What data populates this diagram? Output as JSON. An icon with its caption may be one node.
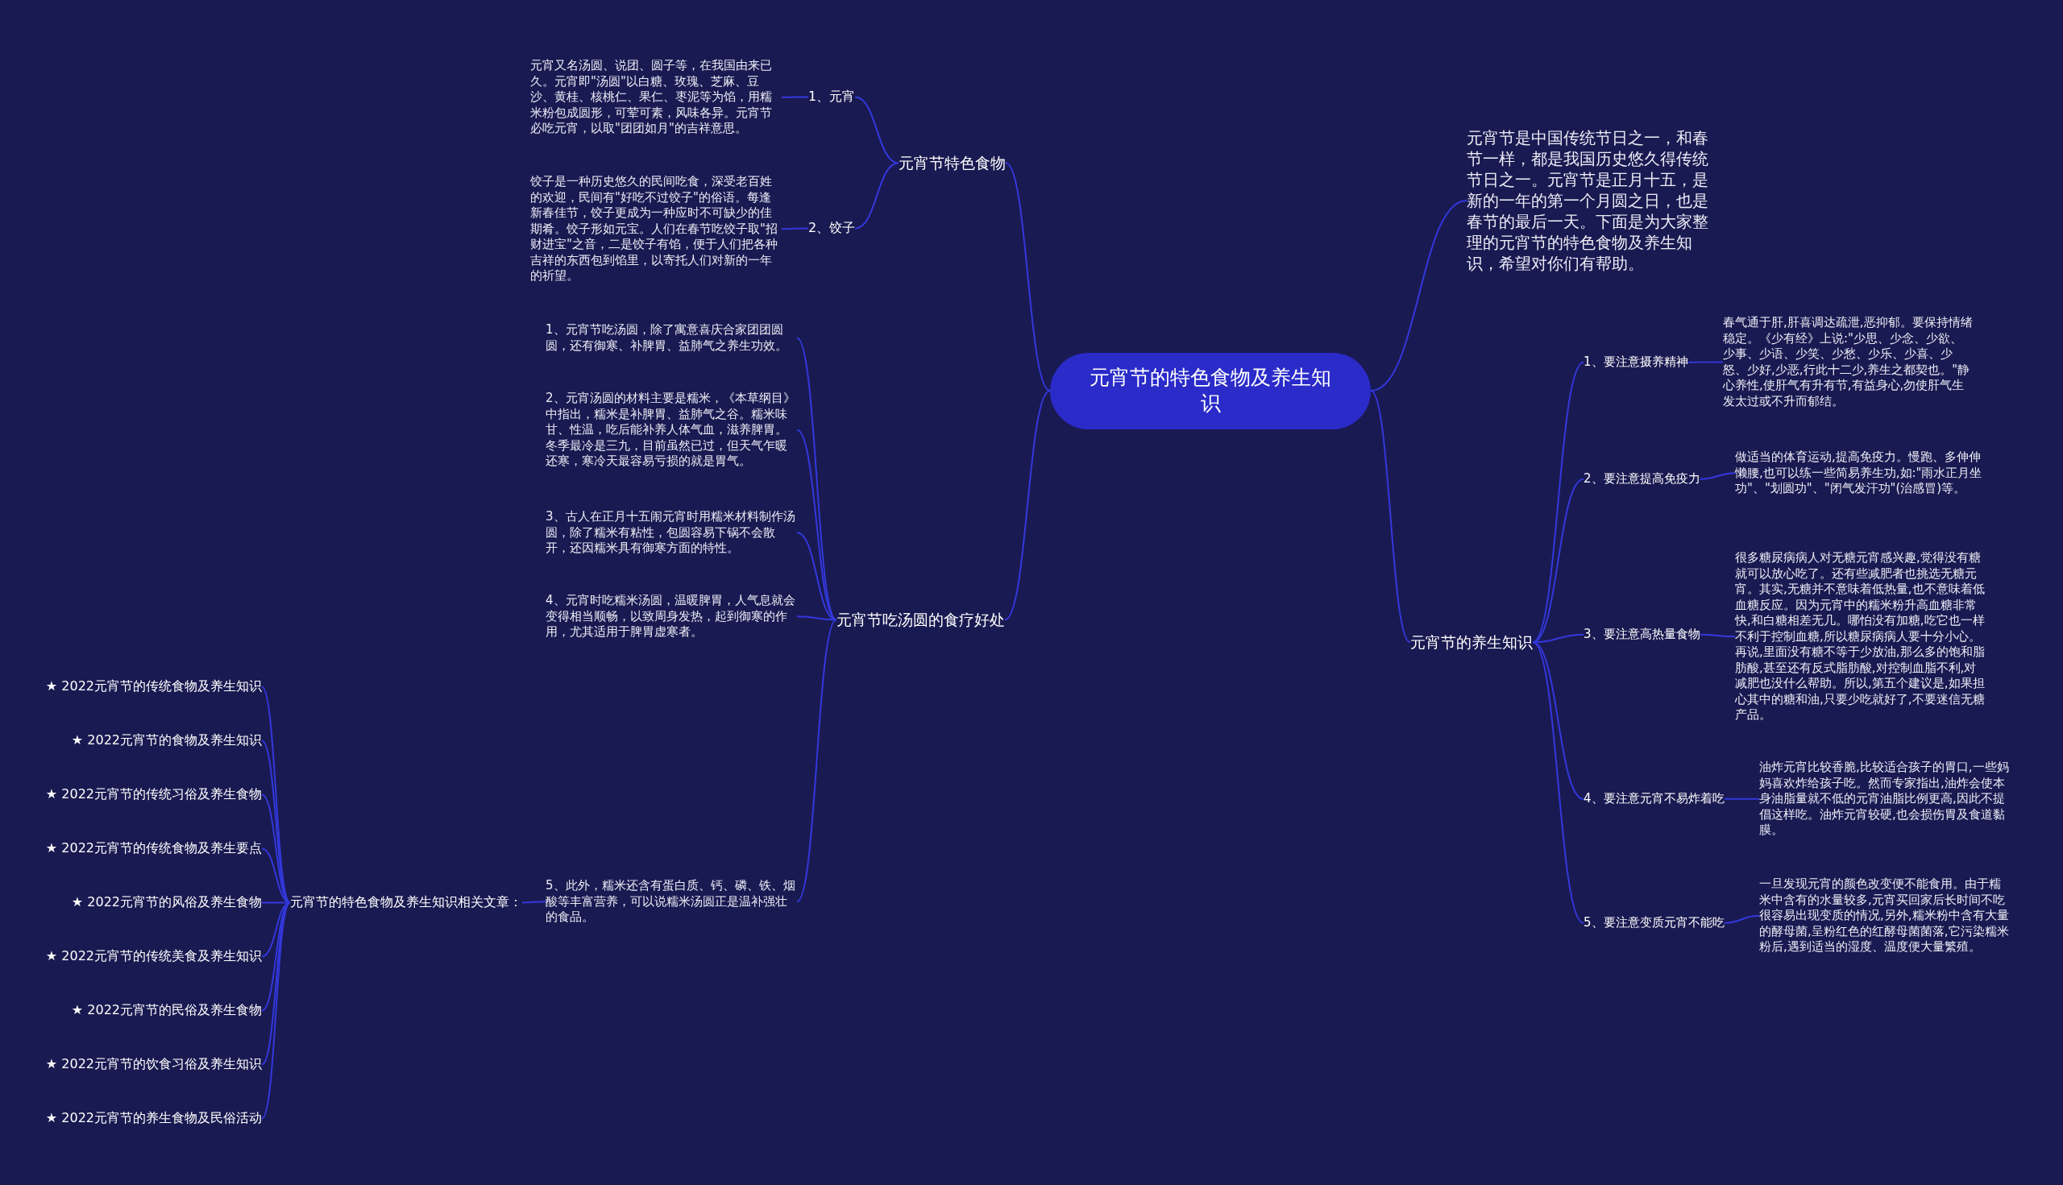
{
  "diagram": {
    "nodes": [
      {
        "text": [
          "元宵节的特色食物及养生知识"
        ]
      },
      {
        "text": [
          "元宵节是中国传统节日之一，和春节一样，都是我国历史悠久得传统节日之一。元宵节是正月十五，是新的一年的第一个月圆之日，也是春节的最后一天。下面是为大家整理的元宵节的特色食物及养生知识，希望对你们有帮助。"
        ]
      },
      {
        "text": [
          "元宵节特色食物"
        ]
      },
      {
        "text": [
          "1、元宵"
        ]
      },
      {
        "text": [
          "元宵又名汤圆、说团、圆子等，在我国由来已久。元宵即\"汤圆\"以白糖、玫瑰、芝麻、豆沙、黄桂、核桃仁、果仁、枣泥等为馅，用糯米粉包成圆形，可荤可素，风味各异。元宵节必吃元宵，以取\"团团如月\"的吉祥意思。"
        ]
      },
      {
        "text": [
          "2、饺子"
        ]
      },
      {
        "text": [
          "饺子是一种历史悠久的民间吃食，深受老百姓的欢迎，民间有\"好吃不过饺子\"的俗语。每逢新春佳节，饺子更成为一种应时不可缺少的佳期肴。饺子形如元宝。人们在春节吃饺子取\"招财进宝\"之音，二是饺子有馅，便于人们把各种吉祥的东西包到馅里，以寄托人们对新的一年的祈望。"
        ]
      },
      {
        "text": [
          "元宵节吃汤圆的食疗好处"
        ]
      },
      {
        "text": [
          "1、元宵节吃汤圆，除了寓意喜庆合家团团圆圆，还有御寒、补脾胃、益肺气之养生功效。"
        ]
      },
      {
        "text": [
          "2、元宵汤圆的材料主要是糯米，《本草纲目》中指出，糯米是补脾胃、益肺气之谷。糯米味甘、性温，吃后能补养人体气血，滋养脾胃。冬季最冷是三九，目前虽然已过，但天气乍暖还寒，寒冷天最容易亏损的就是胃气。"
        ]
      },
      {
        "text": [
          "3、古人在正月十五闹元宵时用糯米材料制作汤圆，除了糯米有粘性，包圆容易下锅不会散开，还因糯米具有御寒方面的特性。"
        ]
      },
      {
        "text": [
          "4、元宵时吃糯米汤圆，温暖脾胃，人气息就会变得相当顺畅，以致周身发热，起到御寒的作用，尤其适用于脾胃虚寒者。"
        ]
      },
      {
        "text": [
          "5、此外，糯米还含有蛋白质、钙、磷、铁、烟酸等丰富营养，可以说糯米汤圆正是温补强壮的食品。"
        ]
      },
      {
        "text": [
          "元宵节的特色食物及养生知识相关文章："
        ]
      },
      {
        "text": [
          "★ 2022元宵节的传统食物及养生知识"
        ]
      },
      {
        "text": [
          "★ 2022元宵节的食物及养生知识"
        ]
      },
      {
        "text": [
          "★ 2022元宵节的传统习俗及养生食物"
        ]
      },
      {
        "text": [
          "★ 2022元宵节的传统食物及养生要点"
        ]
      },
      {
        "text": [
          "★ 2022元宵节的风俗及养生食物"
        ]
      },
      {
        "text": [
          "★ 2022元宵节的传统美食及养生知识"
        ]
      },
      {
        "text": [
          "★ 2022元宵节的民俗及养生食物"
        ]
      },
      {
        "text": [
          "★ 2022元宵节的饮食习俗及养生知识"
        ]
      },
      {
        "text": [
          "★ 2022元宵节的养生食物及民俗活动"
        ]
      },
      {
        "text": [
          "元宵节的养生知识"
        ]
      },
      {
        "text": [
          "1、要注意摄养精神"
        ]
      },
      {
        "text": [
          "春气通于肝,肝喜调达疏泄,恶抑郁。要保持情绪稳定。《少有经》上说:\"少思、少念、少欲、少事、少语、少笑、少愁、少乐、少喜、少怒、少好,少恶,行此十二少,养生之都契也。\"静心养性,使肝气有升有节,有益身心,勿使肝气生发太过或不升而郁结。"
        ]
      },
      {
        "text": [
          "2、要注意提高免疫力"
        ]
      },
      {
        "text": [
          "做适当的体育运动,提高免疫力。慢跑、多伸伸懒腰,也可以练一些简易养生功,如:\"雨水正月坐功\"、\"划圆功\"、\"闭气发汗功\"(治感冒)等。"
        ]
      },
      {
        "text": [
          "3、要注意高热量食物"
        ]
      },
      {
        "text": [
          "很多糖尿病病人对无糖元宵感兴趣,觉得没有糖就可以放心吃了。还有些减肥者也挑选无糖元宵。其实,无糖并不意味着低热量,也不意味着低血糖反应。因为元宵中的糯米粉升高血糖非常快,和白糖相差无几。哪怕没有加糖,吃它也一样不利于控制血糖,所以糖尿病病人要十分小心。再说,里面没有糖不等于少放油,那么多的饱和脂肪酸,甚至还有反式脂肪酸,对控制血脂不利,对减肥也没什么帮助。所以,第五个建议是,如果担心其中的糖和油,只要少吃就好了,不要迷信无糖产品。"
        ]
      },
      {
        "text": [
          "4、要注意元宵不易炸着吃"
        ]
      },
      {
        "text": [
          "油炸元宵比较香脆,比较适合孩子的胃口,一些妈妈喜欢炸给孩子吃。然而专家指出,油炸会使本身油脂量就不低的元宵油脂比例更高,因此不提倡这样吃。油炸元宵较硬,也会损伤胃及食道黏膜。"
        ]
      },
      {
        "text": [
          "5、要注意变质元宵不能吃"
        ]
      },
      {
        "text": [
          "一旦发现元宵的颜色改变便不能食用。由于糯米中含有的水量较多,元宵买回家后长时间不吃很容易出现变质的情况,另外,糯米粉中含有大量的酵母菌,呈粉红色的红酵母菌菌落,它污染糯米粉后,遇到适当的湿度、温度便大量繁殖。"
        ]
      }
    ],
    "edges": [
      {
        "from": 0,
        "to": 1,
        "arrow": "none"
      },
      {
        "from": 0,
        "to": 2,
        "arrow": "none"
      },
      {
        "from": 0,
        "to": 7,
        "arrow": "none"
      },
      {
        "from": 0,
        "to": 23,
        "arrow": "none"
      },
      {
        "from": 2,
        "to": 3,
        "arrow": "none"
      },
      {
        "from": 3,
        "to": 4,
        "arrow": "none"
      },
      {
        "from": 2,
        "to": 5,
        "arrow": "none"
      },
      {
        "from": 5,
        "to": 6,
        "arrow": "none"
      },
      {
        "from": 7,
        "to": 8,
        "arrow": "none"
      },
      {
        "from": 7,
        "to": 9,
        "arrow": "none"
      },
      {
        "from": 7,
        "to": 10,
        "arrow": "none"
      },
      {
        "from": 7,
        "to": 11,
        "arrow": "none"
      },
      {
        "from": 7,
        "to": 12,
        "arrow": "none"
      },
      {
        "from": 12,
        "to": 13,
        "arrow": "none"
      },
      {
        "from": 13,
        "to": 14,
        "arrow": "none"
      },
      {
        "from": 13,
        "to": 15,
        "arrow": "none"
      },
      {
        "from": 13,
        "to": 16,
        "arrow": "none"
      },
      {
        "from": 13,
        "to": 17,
        "arrow": "none"
      },
      {
        "from": 13,
        "to": 18,
        "arrow": "none"
      },
      {
        "from": 13,
        "to": 19,
        "arrow": "none"
      },
      {
        "from": 13,
        "to": 20,
        "arrow": "none"
      },
      {
        "from": 13,
        "to": 21,
        "arrow": "none"
      },
      {
        "from": 13,
        "to": 22,
        "arrow": "none"
      },
      {
        "from": 23,
        "to": 24,
        "arrow": "none"
      },
      {
        "from": 24,
        "to": 25,
        "arrow": "none"
      },
      {
        "from": 23,
        "to": 26,
        "arrow": "none"
      },
      {
        "from": 26,
        "to": 27,
        "arrow": "none"
      },
      {
        "from": 23,
        "to": 28,
        "arrow": "none"
      },
      {
        "from": 28,
        "to": 29,
        "arrow": "none"
      },
      {
        "from": 23,
        "to": 30,
        "arrow": "none"
      },
      {
        "from": 30,
        "to": 31,
        "arrow": "none"
      },
      {
        "from": 23,
        "to": 32,
        "arrow": "none"
      },
      {
        "from": 32,
        "to": 33,
        "arrow": "none"
      }
    ]
  }
}
